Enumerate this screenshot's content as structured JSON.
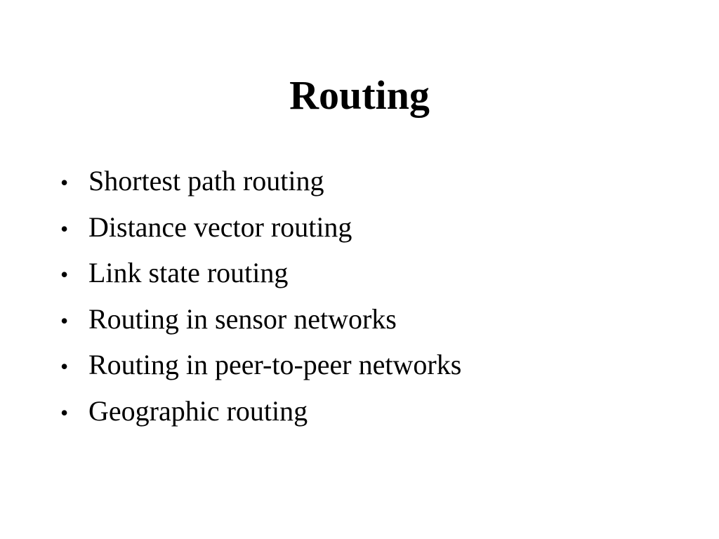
{
  "slide": {
    "title": "Routing",
    "bullet_symbol": "•",
    "items": [
      "Shortest path routing",
      "Distance vector routing",
      "Link state routing",
      "Routing in sensor networks",
      "Routing in peer-to-peer networks",
      "Geographic routing"
    ]
  }
}
